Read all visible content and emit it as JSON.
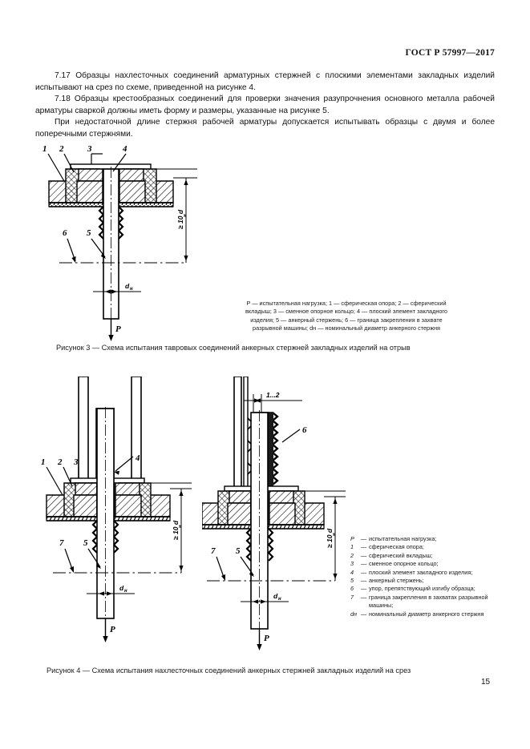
{
  "document": {
    "standard_header": "ГОСТ Р 57997—2017",
    "page_number": "15"
  },
  "body": {
    "paragraphs": [
      "7.17 Образцы нахлесточных соединений арматурных стержней с плоскими элементами закладных изделий испытывают на срез по схеме, приведенной на рисунке 4.",
      "7.18 Образцы крестообразных соединений для проверки значения разупрочнения основного металла рабочей арматуры сваркой должны иметь форму и размеры, указанные на рисунке 5.",
      "При недостаточной длине стержня рабочей арматуры допускается испытывать образцы с двумя и более поперечными стержнями."
    ]
  },
  "figure3": {
    "caption": "Рисунок 3 — Схема испытания тавровых соединений анкерных стержней закладных изделий на отрыв",
    "legend_lines": [
      "P — испытательная нагрузка; 1 — сферическая опора; 2 — сферический",
      "вкладыш; 3 — сменное опорное кольцо; 4 — плоский элемент закладного",
      "изделия; 5 — анкерный стержень; 6 — граница закрепления в захвате",
      "разрывной машины; dн — номинальный диаметр анкерного стержня"
    ],
    "callouts": [
      "1",
      "2",
      "3",
      "4",
      "6",
      "5"
    ],
    "dimension_height": "≥ 10 d",
    "dimension_height_sub": "н",
    "dimension_diameter": "d",
    "dimension_diameter_sub": "н",
    "load_label": "P"
  },
  "figure4": {
    "caption": "Рисунок 4 — Схема испытания нахлесточных соединений анкерных стержней закладных изделий на срез",
    "legend_items": [
      {
        "key": "P",
        "sep": "—",
        "text": "испытательная нагрузка;"
      },
      {
        "key": "1",
        "sep": "—",
        "text": "сферическая опора;"
      },
      {
        "key": "2",
        "sep": "—",
        "text": "сферический вкладыш;"
      },
      {
        "key": "3",
        "sep": "—",
        "text": "сменное опорное кольцо;"
      },
      {
        "key": "4",
        "sep": "—",
        "text": "плоский элемент закладного изделия;"
      },
      {
        "key": "5",
        "sep": "—",
        "text": "анкерный стержень;"
      },
      {
        "key": "6",
        "sep": "—",
        "text": "упор, препятствующий изгибу образца;"
      },
      {
        "key": "7",
        "sep": "—",
        "text": "граница закрепления в захватах разрывной машины;"
      },
      {
        "key": "dн",
        "sep": "—",
        "text": "номинальный диаметр анкерного стержня"
      }
    ],
    "left_callouts": [
      "1",
      "2",
      "3",
      "4",
      "7",
      "5"
    ],
    "right_callouts": [
      "6",
      "7",
      "5"
    ],
    "gap_dimension": "1...2",
    "dimension_height": "≥ 10 d",
    "dimension_height_sub": "н",
    "dimension_diameter": "d",
    "dimension_diameter_sub": "н",
    "load_label": "P"
  },
  "colors": {
    "ink": "#111111",
    "paper": "#ffffff",
    "solid_fill": "#1a1a1a"
  }
}
